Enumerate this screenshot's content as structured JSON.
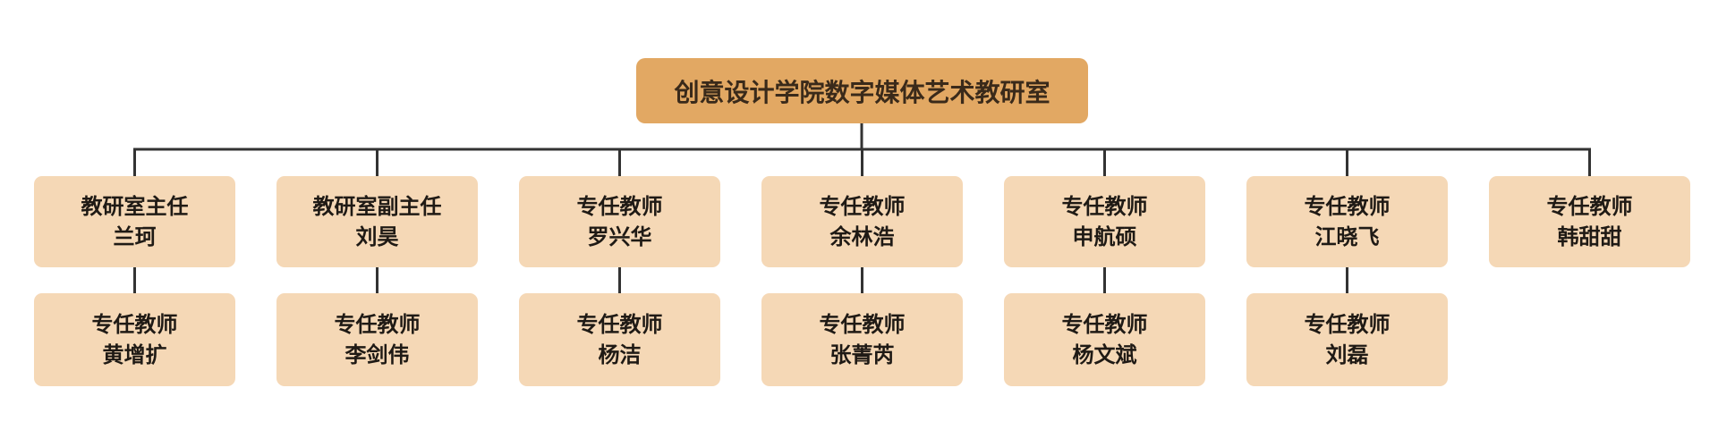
{
  "colors": {
    "root_fill": "#e2a863",
    "node_fill": "#f5d8b6",
    "line": "#333333"
  },
  "root": {
    "label": "创意设计学院数字媒体艺术教研室"
  },
  "columns": [
    {
      "top": {
        "role": "教研室主任",
        "name": "兰珂"
      },
      "bottom": {
        "role": "专任教师",
        "name": "黄增扩"
      }
    },
    {
      "top": {
        "role": "教研室副主任",
        "name": "刘昊"
      },
      "bottom": {
        "role": "专任教师",
        "name": "李剑伟"
      }
    },
    {
      "top": {
        "role": "专任教师",
        "name": "罗兴华"
      },
      "bottom": {
        "role": "专任教师",
        "name": "杨洁"
      }
    },
    {
      "top": {
        "role": "专任教师",
        "name": "余林浩"
      },
      "bottom": {
        "role": "专任教师",
        "name": "张菁芮"
      }
    },
    {
      "top": {
        "role": "专任教师",
        "name": "申航硕"
      },
      "bottom": {
        "role": "专任教师",
        "name": "杨文斌"
      }
    },
    {
      "top": {
        "role": "专任教师",
        "name": "江晓飞"
      },
      "bottom": {
        "role": "专任教师",
        "name": "刘磊"
      }
    },
    {
      "top": {
        "role": "专任教师",
        "name": "韩甜甜"
      }
    }
  ]
}
